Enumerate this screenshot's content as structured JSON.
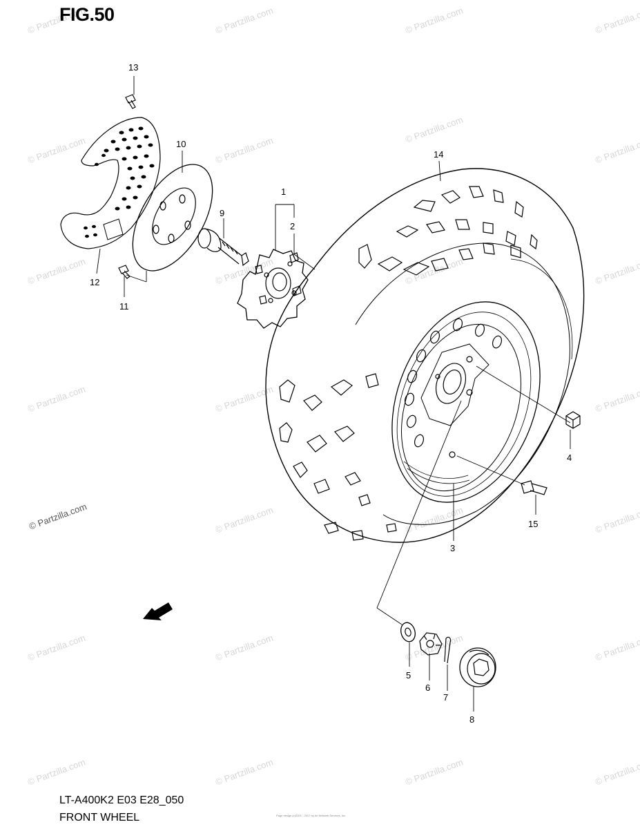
{
  "header": {
    "figure_label": "FIG.50"
  },
  "footer": {
    "model_code": "LT-A400K2 E03 E28_050",
    "section_name": "FRONT WHEEL",
    "copyright_fine": "Page design (c)2001 - 2017 by Ari Network Services, Inc."
  },
  "watermark": {
    "text": "© Partzilla.com"
  },
  "fwd_arrow": {
    "label": "FWD"
  },
  "callouts": [
    {
      "id": "1",
      "label": "1"
    },
    {
      "id": "2",
      "label": "2"
    },
    {
      "id": "3",
      "label": "3"
    },
    {
      "id": "4",
      "label": "4"
    },
    {
      "id": "5",
      "label": "5"
    },
    {
      "id": "6",
      "label": "6"
    },
    {
      "id": "7",
      "label": "7"
    },
    {
      "id": "8",
      "label": "8"
    },
    {
      "id": "9",
      "label": "9"
    },
    {
      "id": "10",
      "label": "10"
    },
    {
      "id": "11",
      "label": "11"
    },
    {
      "id": "12",
      "label": "12"
    },
    {
      "id": "13",
      "label": "13"
    },
    {
      "id": "14",
      "label": "14"
    },
    {
      "id": "15",
      "label": "15"
    }
  ]
}
